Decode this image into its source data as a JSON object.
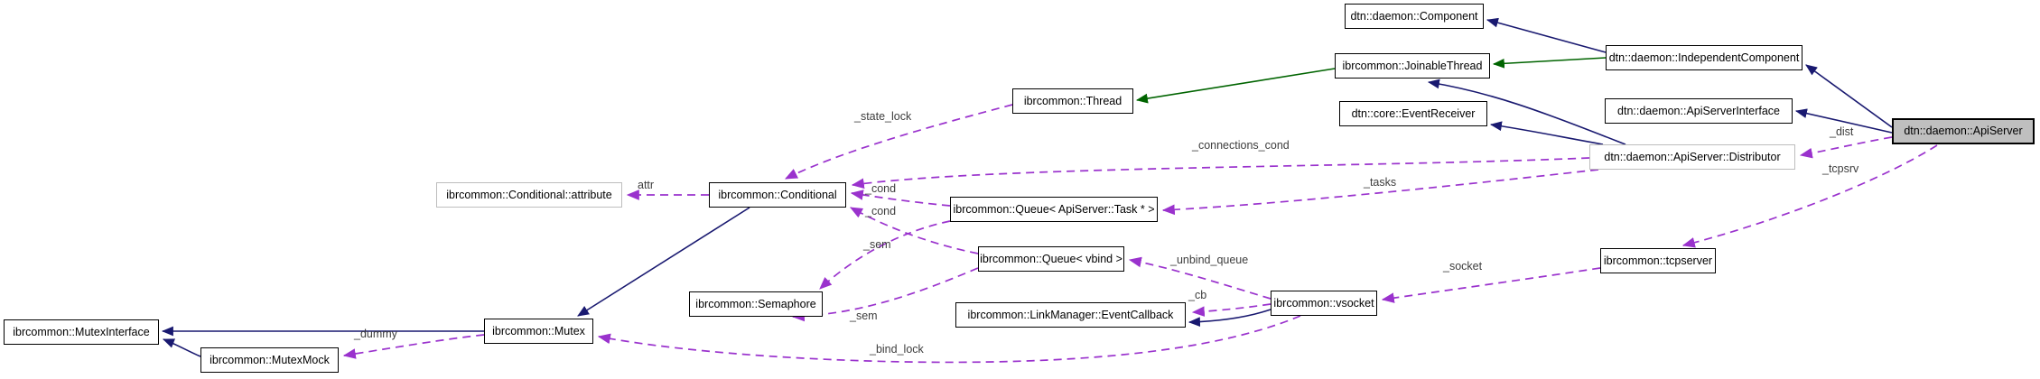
{
  "diagram": {
    "type": "class-collaboration-graph",
    "focus_node": "dtn::daemon::ApiServer",
    "colors": {
      "public_inheritance": "#191970",
      "protected_inheritance": "#006400",
      "usage": "#9a32cd",
      "focus_fill": "#bfbfbf",
      "box_border": "#000000",
      "plain_box_border": "#bdbdbd",
      "background": "#ffffff"
    },
    "nodes": [
      {
        "id": "component",
        "label": "dtn::daemon::Component",
        "style": "linked"
      },
      {
        "id": "joinable_thread",
        "label": "ibrcommon::JoinableThread",
        "style": "linked"
      },
      {
        "id": "independent_component",
        "label": "dtn::daemon::IndependentComponent",
        "style": "linked"
      },
      {
        "id": "thread",
        "label": "ibrcommon::Thread",
        "style": "linked"
      },
      {
        "id": "event_receiver",
        "label": "dtn::core::EventReceiver",
        "style": "linked"
      },
      {
        "id": "api_server_interface",
        "label": "dtn::daemon::ApiServerInterface",
        "style": "linked"
      },
      {
        "id": "api_server",
        "label": "dtn::daemon::ApiServer",
        "style": "focus"
      },
      {
        "id": "distributor",
        "label": "dtn::daemon::ApiServer::Distributor",
        "style": "plain"
      },
      {
        "id": "conditional_attribute",
        "label": "ibrcommon::Conditional::attribute",
        "style": "plain"
      },
      {
        "id": "conditional",
        "label": "ibrcommon::Conditional",
        "style": "linked"
      },
      {
        "id": "queue_task",
        "label": "ibrcommon::Queue< ApiServer::Task * >",
        "style": "linked"
      },
      {
        "id": "queue_vbind",
        "label": "ibrcommon::Queue< vbind >",
        "style": "linked"
      },
      {
        "id": "semaphore",
        "label": "ibrcommon::Semaphore",
        "style": "linked"
      },
      {
        "id": "event_callback",
        "label": "ibrcommon::LinkManager::EventCallback",
        "style": "linked"
      },
      {
        "id": "vsocket",
        "label": "ibrcommon::vsocket",
        "style": "linked"
      },
      {
        "id": "tcpserver",
        "label": "ibrcommon::tcpserver",
        "style": "linked"
      },
      {
        "id": "mutex_interface",
        "label": "ibrcommon::MutexInterface",
        "style": "linked"
      },
      {
        "id": "mutex_mock",
        "label": "ibrcommon::MutexMock",
        "style": "linked"
      },
      {
        "id": "mutex",
        "label": "ibrcommon::Mutex",
        "style": "linked"
      }
    ],
    "edges": [
      {
        "id": "e_ic_component",
        "from": "independent_component",
        "to": "component",
        "relation": "public-inheritance",
        "label": ""
      },
      {
        "id": "e_ic_jt",
        "from": "independent_component",
        "to": "joinable_thread",
        "relation": "protected-inheritance",
        "label": ""
      },
      {
        "id": "e_api_ic",
        "from": "api_server",
        "to": "independent_component",
        "relation": "public-inheritance",
        "label": ""
      },
      {
        "id": "e_api_asi",
        "from": "api_server",
        "to": "api_server_interface",
        "relation": "public-inheritance",
        "label": ""
      },
      {
        "id": "e_jt_thread",
        "from": "joinable_thread",
        "to": "thread",
        "relation": "protected-inheritance",
        "label": ""
      },
      {
        "id": "e_dist_jt",
        "from": "distributor",
        "to": "joinable_thread",
        "relation": "public-inheritance",
        "label": ""
      },
      {
        "id": "e_dist_er",
        "from": "distributor",
        "to": "event_receiver",
        "relation": "public-inheritance",
        "label": ""
      },
      {
        "id": "e_vsock_ec",
        "from": "vsocket",
        "to": "event_callback",
        "relation": "public-inheritance",
        "label": ""
      },
      {
        "id": "e_cond_mutex",
        "from": "conditional",
        "to": "mutex",
        "relation": "public-inheritance",
        "label": ""
      },
      {
        "id": "e_mutex_mi",
        "from": "mutex",
        "to": "mutex_interface",
        "relation": "public-inheritance",
        "label": ""
      },
      {
        "id": "e_mm_mi",
        "from": "mutex_mock",
        "to": "mutex_interface",
        "relation": "public-inheritance",
        "label": ""
      },
      {
        "id": "e_state_lock",
        "from": "thread",
        "to": "conditional",
        "relation": "usage",
        "label": "_state_lock"
      },
      {
        "id": "e_connections_cond",
        "from": "distributor",
        "to": "conditional",
        "relation": "usage",
        "label": "_connections_cond"
      },
      {
        "id": "e_tasks",
        "from": "distributor",
        "to": "queue_task",
        "relation": "usage",
        "label": "_tasks"
      },
      {
        "id": "e_cond_upper",
        "from": "queue_task",
        "to": "conditional",
        "relation": "usage",
        "label": "_cond"
      },
      {
        "id": "e_cond_lower",
        "from": "queue_vbind",
        "to": "conditional",
        "relation": "usage",
        "label": "_cond"
      },
      {
        "id": "e_sem_upper",
        "from": "queue_task",
        "to": "semaphore",
        "relation": "usage",
        "label": "_sem"
      },
      {
        "id": "e_sem_lower",
        "from": "queue_vbind",
        "to": "semaphore",
        "relation": "usage",
        "label": "_sem"
      },
      {
        "id": "e_attr",
        "from": "conditional",
        "to": "conditional_attribute",
        "relation": "usage",
        "label": "attr"
      },
      {
        "id": "e_unbind_queue",
        "from": "vsocket",
        "to": "queue_vbind",
        "relation": "usage",
        "label": "_unbind_queue"
      },
      {
        "id": "e_cb",
        "from": "vsocket",
        "to": "event_callback",
        "relation": "usage",
        "label": "_cb"
      },
      {
        "id": "e_socket",
        "from": "tcpserver",
        "to": "vsocket",
        "relation": "usage",
        "label": "_socket"
      },
      {
        "id": "e_dist",
        "from": "api_server",
        "to": "distributor",
        "relation": "usage",
        "label": "_dist"
      },
      {
        "id": "e_tcpsrv",
        "from": "api_server",
        "to": "tcpserver",
        "relation": "usage",
        "label": "_tcpsrv"
      },
      {
        "id": "e_bind_lock",
        "from": "vsocket",
        "to": "mutex",
        "relation": "usage",
        "label": "_bind_lock"
      },
      {
        "id": "e_dummy",
        "from": "mutex",
        "to": "mutex_mock",
        "relation": "usage",
        "label": "_dummy"
      }
    ]
  }
}
